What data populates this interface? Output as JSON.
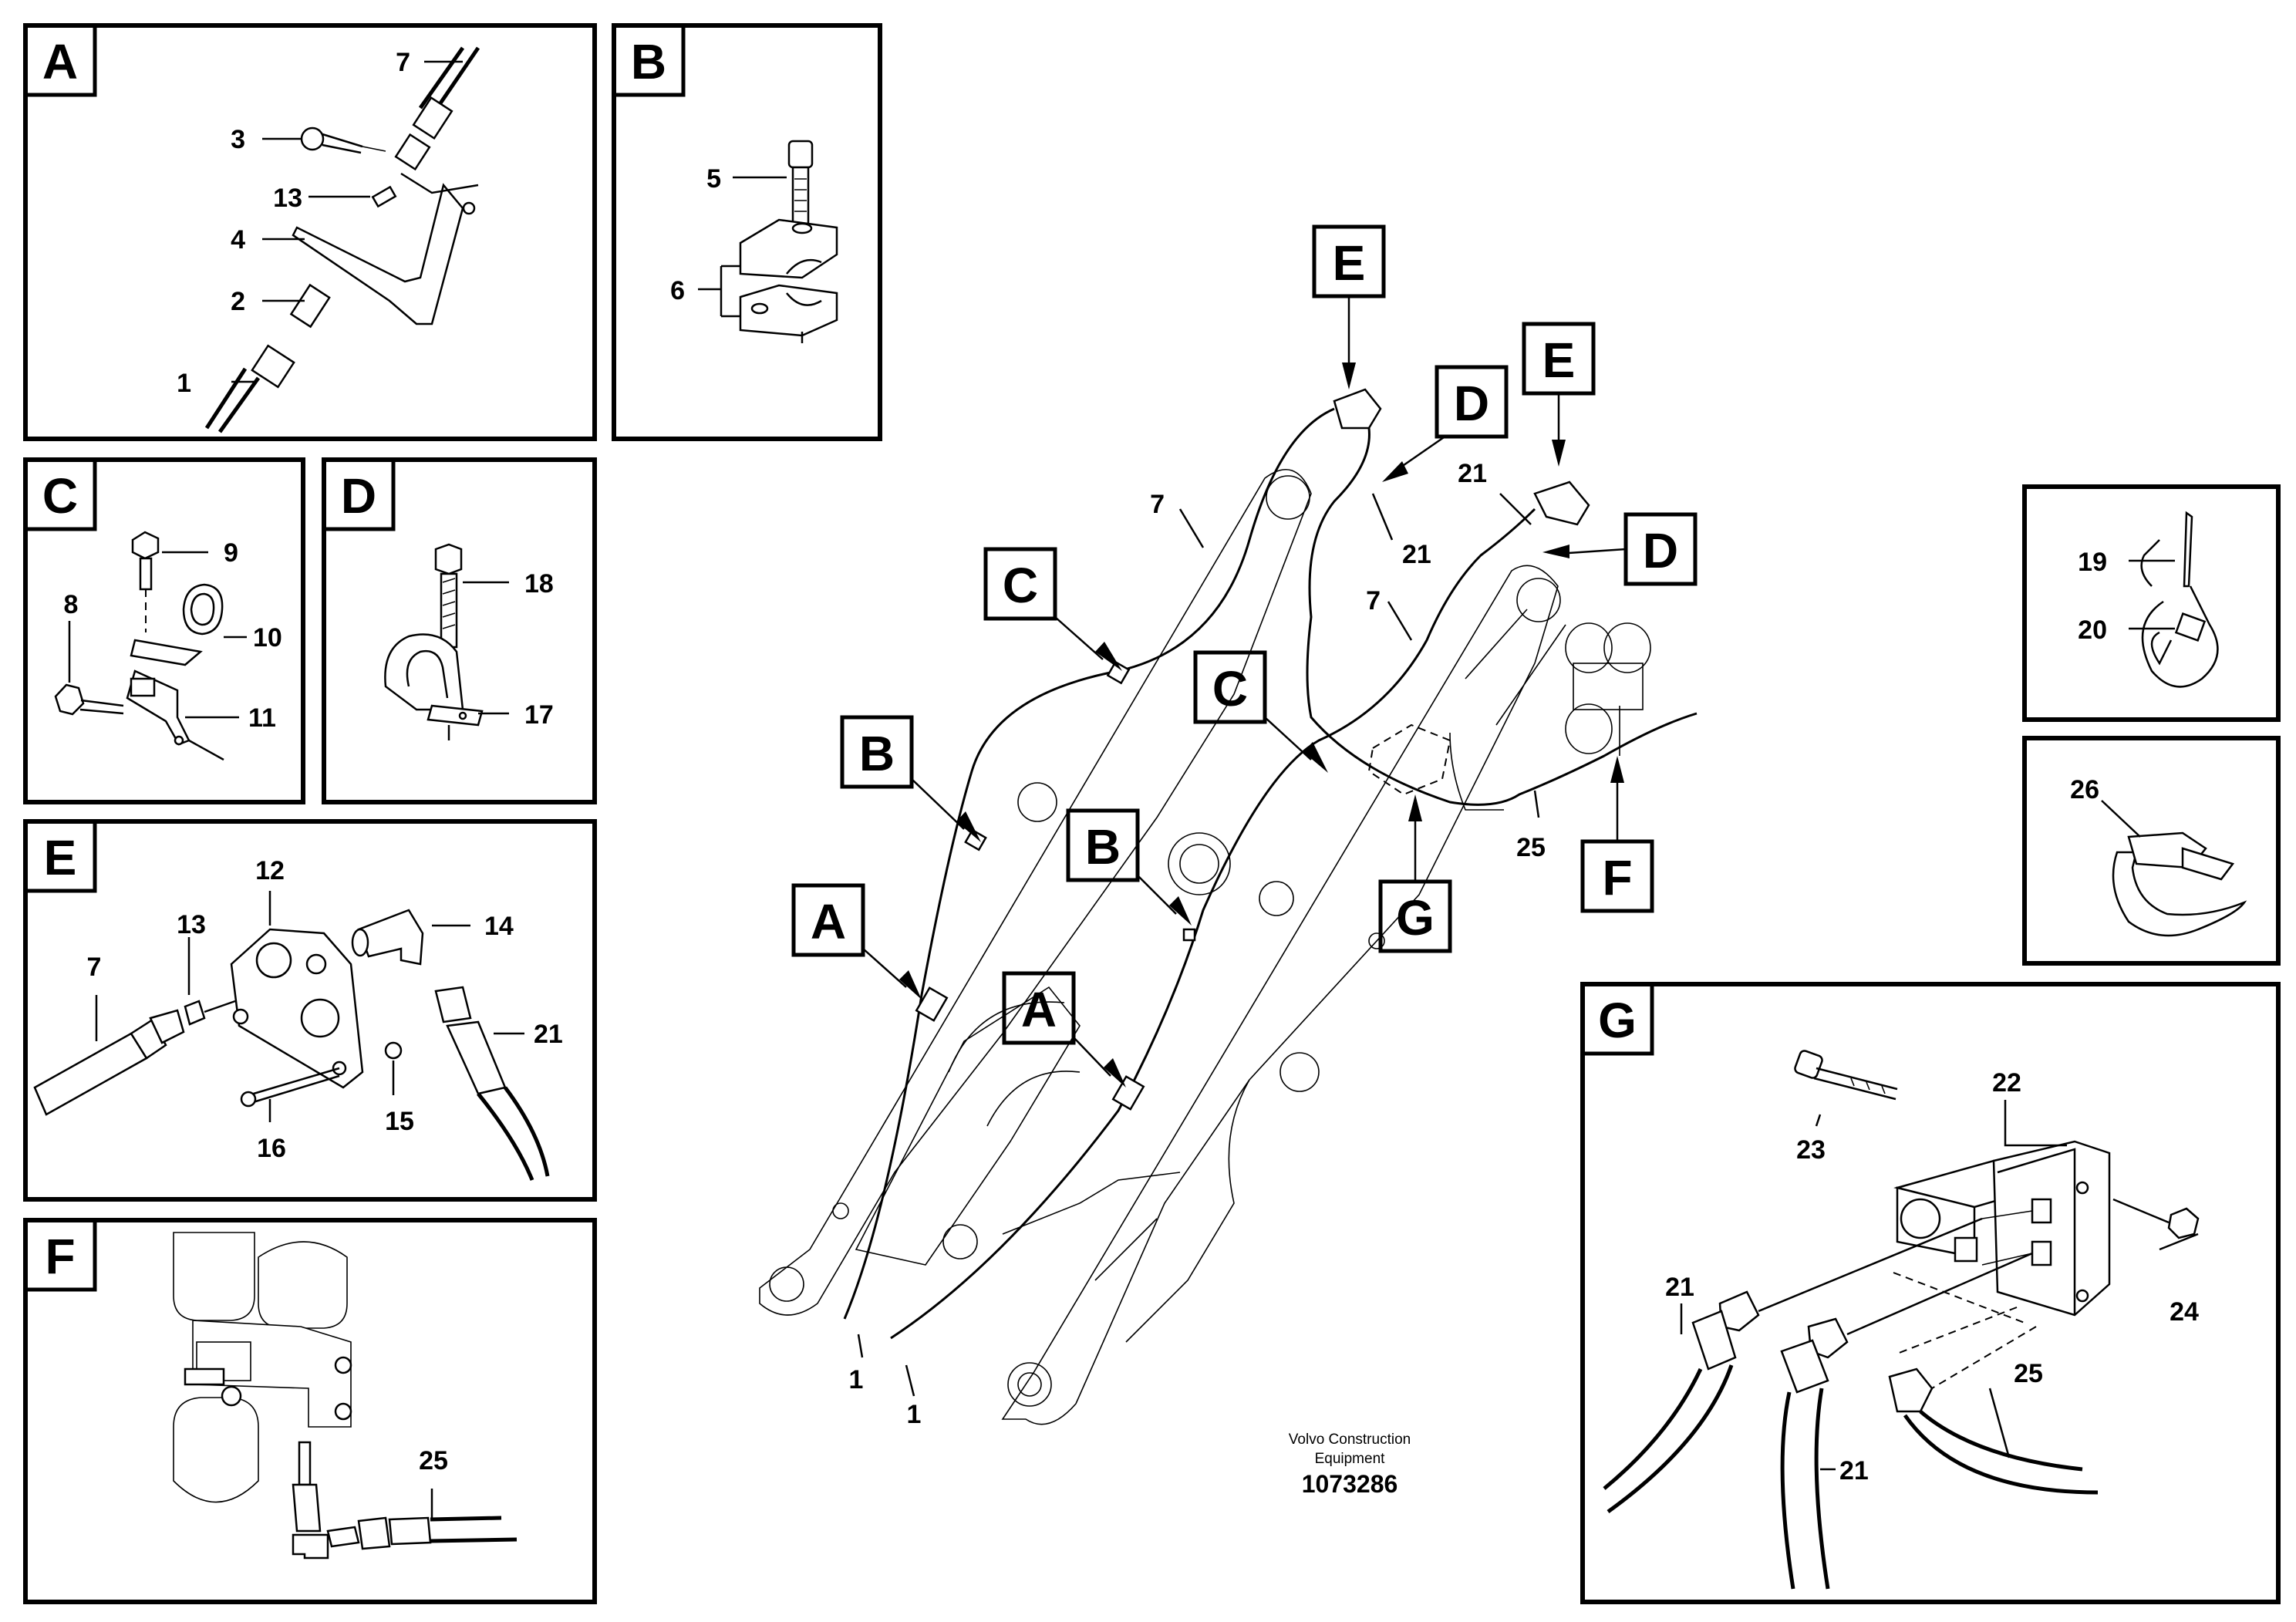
{
  "panels": {
    "A": {
      "tag": "A",
      "callouts": [
        "7",
        "3",
        "13",
        "4",
        "2",
        "1"
      ]
    },
    "B": {
      "tag": "B",
      "callouts": [
        "5",
        "6"
      ]
    },
    "C": {
      "tag": "C",
      "callouts": [
        "9",
        "8",
        "10",
        "11"
      ]
    },
    "D": {
      "tag": "D",
      "callouts": [
        "18",
        "17"
      ]
    },
    "E": {
      "tag": "E",
      "callouts": [
        "12",
        "13",
        "14",
        "7",
        "21",
        "15",
        "16"
      ]
    },
    "F": {
      "tag": "F",
      "callouts": [
        "25"
      ]
    },
    "G": {
      "tag": "G",
      "callouts": [
        "22",
        "23",
        "24",
        "21",
        "25",
        "21"
      ]
    },
    "H": {
      "callouts": [
        "19",
        "20"
      ]
    },
    "I": {
      "callouts": [
        "26"
      ]
    }
  },
  "main": {
    "detail_tags": [
      "E",
      "D",
      "E",
      "D",
      "C",
      "C",
      "B",
      "B",
      "A",
      "A",
      "G",
      "F"
    ],
    "callouts": [
      "7",
      "21",
      "21",
      "7",
      "25",
      "1",
      "1"
    ]
  },
  "footer": {
    "line1": "Volvo Construction",
    "line2": "Equipment",
    "number": "1073286"
  }
}
